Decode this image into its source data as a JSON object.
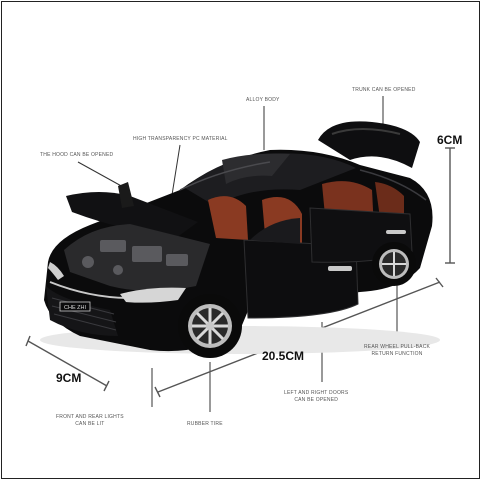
{
  "callouts": {
    "hood": "THE HOOD CAN BE OPENED",
    "pc_material": "HIGH TRANSPARENCY PC MATERIAL",
    "alloy_body": "ALLOY BODY",
    "trunk": "TRUNK CAN BE OPENED",
    "pullback_line1": "REAR WHEEL PULL-BACK",
    "pullback_line2": "RETURN FUNCTION",
    "doors_line1": "LEFT AND RIGHT DOORS",
    "doors_line2": "CAN BE OPENED",
    "tire": "RUBBER TIRE",
    "lights_line1": "FRONT AND REAR LIGHTS",
    "lights_line2": "CAN BE LIT"
  },
  "dimensions": {
    "height": "6CM",
    "length": "20.5CM",
    "width": "9CM"
  },
  "plate_text": "CHE ZHI",
  "colors": {
    "body": "#0b0b0c",
    "interior": "#8a3a22",
    "chrome": "#c9c9c9",
    "line": "#222222"
  }
}
